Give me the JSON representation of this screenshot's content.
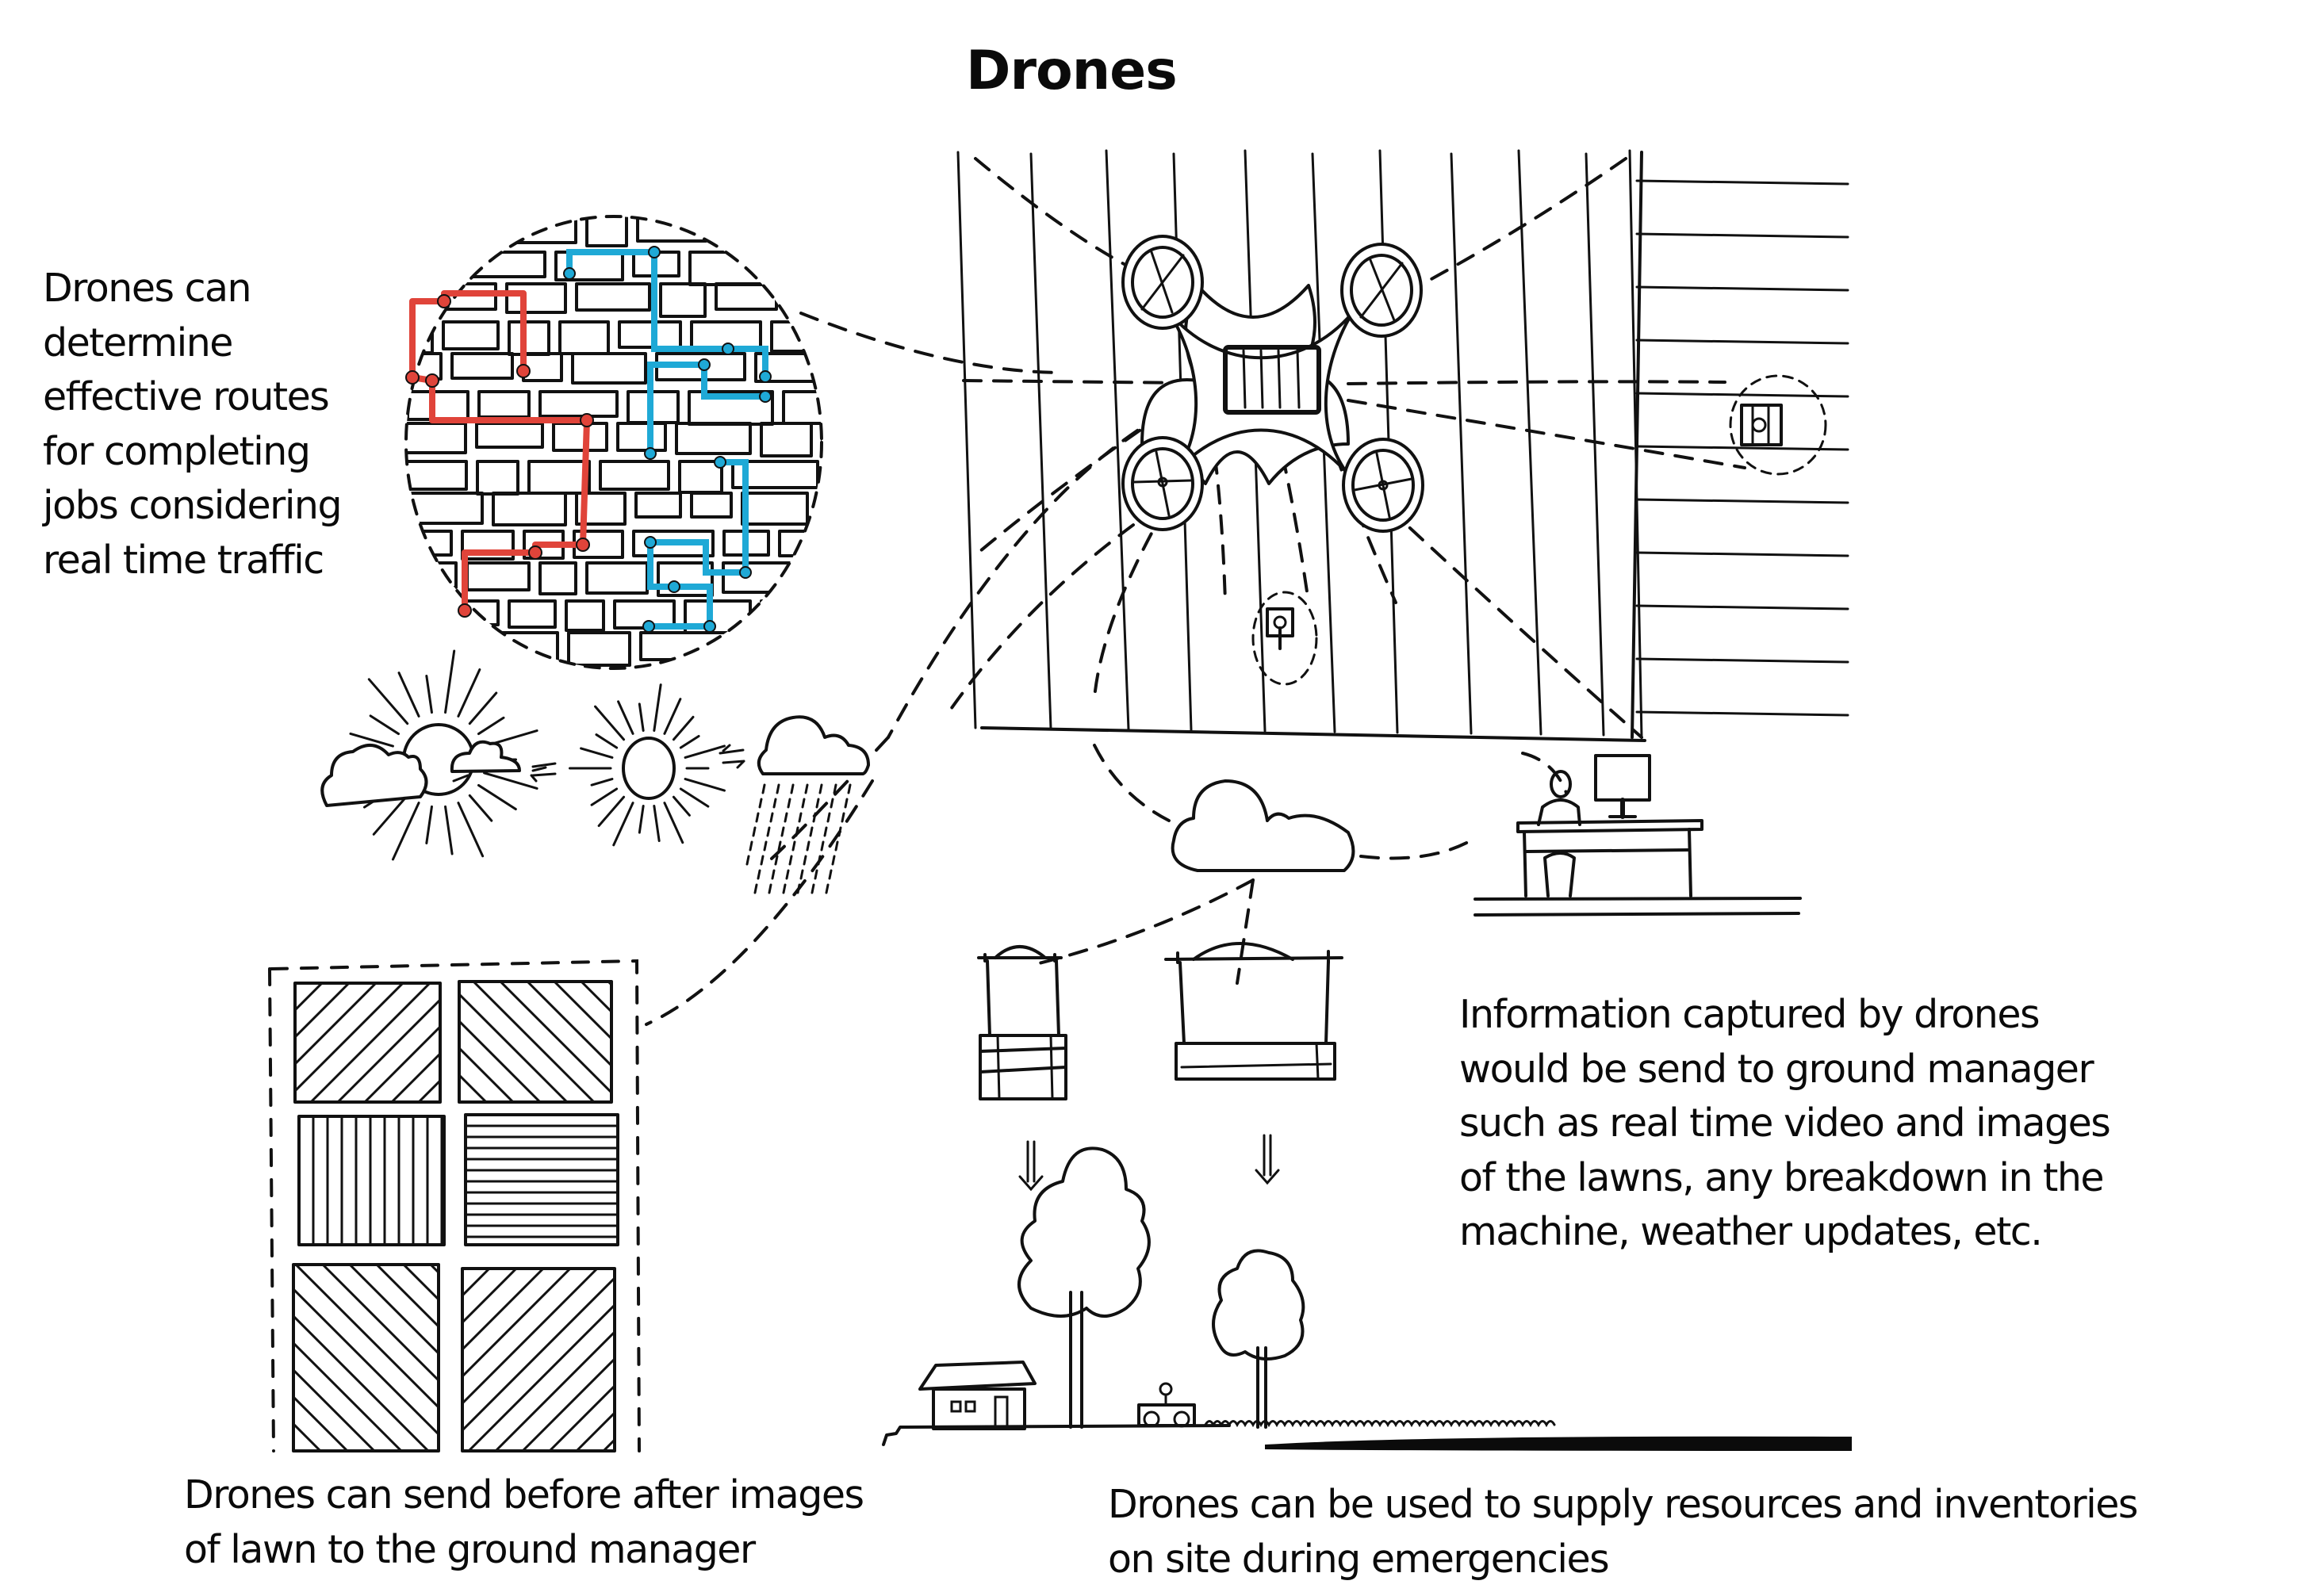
{
  "title": "Drones",
  "notes": {
    "routes": "Drones can\ndetermine\neffective routes\nfor completing\njobs considering\nreal time traffic",
    "info": "Information captured by drones\nwould be send to ground manager\nsuch as real time video and images\nof the lawns, any breakdown in the\nmachine, weather updates, etc.",
    "before_after": "Drones can send before after images\nof lawn to the ground manager",
    "supply": "Drones can be used to supply resources and inventories\non site during emergencies"
  },
  "illustrations": {
    "route_map": {
      "icon": "city-route-map-icon",
      "route_colors": {
        "route_a": "#e0443a",
        "route_b": "#1fa9d6"
      }
    },
    "weather": [
      "partly-cloudy-icon",
      "sun-icon",
      "rain-cloud-icon"
    ],
    "drone": "quadcopter-drone-icon",
    "field": "striped-lawn-field-icon",
    "cloud": "cloud-icon",
    "ground_manager": "person-at-desk-computer-icon",
    "lawn_grid": "lawn-pattern-grid-icon",
    "supply_drones": [
      "supply-drone-icon",
      "supply-drone-icon"
    ],
    "ground_scene": [
      "house-icon",
      "tree-icon",
      "mower-icon",
      "tree-icon",
      "grass-icon"
    ]
  }
}
